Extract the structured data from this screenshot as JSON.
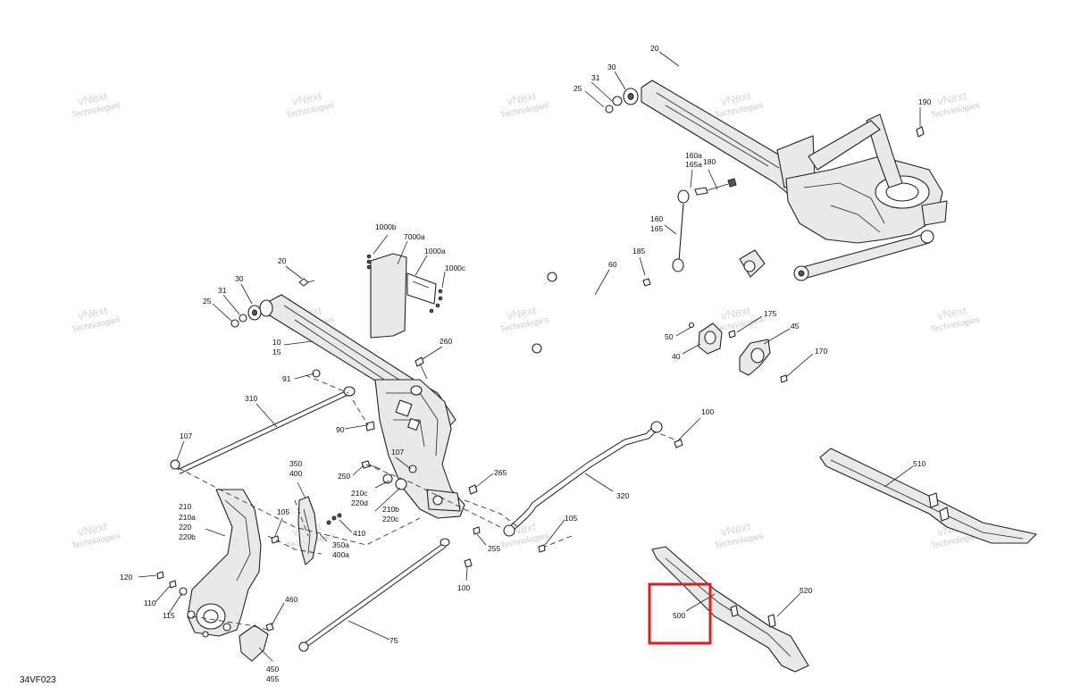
{
  "watermark": {
    "line1": "vNext",
    "line2": "Technologies"
  },
  "diagram_code": "34VF023",
  "highlight_color": "#e11b22",
  "callouts": {
    "c20a": "20",
    "c30a": "30",
    "c31a": "31",
    "c25a": "25",
    "c190": "190",
    "c160a": "160a",
    "c165a": "165a",
    "c180": "180",
    "c160": "160",
    "c165": "165",
    "c185": "185",
    "c60": "60",
    "c1000b": "1000b",
    "c7000a": "7000a",
    "c1000a": "1000a",
    "c1000c": "1000c",
    "c20b": "20",
    "c30b": "30",
    "c31b": "31",
    "c25b": "25",
    "c10": "10",
    "c15": "15",
    "c260": "260",
    "c91": "91",
    "c310": "310",
    "c90": "90",
    "c107a": "107",
    "c107b": "107",
    "c350": "350",
    "c400": "400",
    "c250": "250",
    "c210c": "210c",
    "c220d": "220d",
    "c210b": "210b",
    "c220c": "220c",
    "c265": "265",
    "c210": "210",
    "c210a": "210a",
    "c220": "220",
    "c220b": "220b",
    "c105a": "105",
    "c410": "410",
    "c350a": "350a",
    "c400a": "400a",
    "c255": "255",
    "c100a": "100",
    "c100b": "100",
    "c320": "320",
    "c105b": "105",
    "c120": "120",
    "c110": "110",
    "c115": "115",
    "c460": "460",
    "c75": "75",
    "c450": "450",
    "c455": "455",
    "c175": "175",
    "c45": "45",
    "c50": "50",
    "c40": "40",
    "c170": "170",
    "c510": "510",
    "c520": "520",
    "c500": "500"
  }
}
